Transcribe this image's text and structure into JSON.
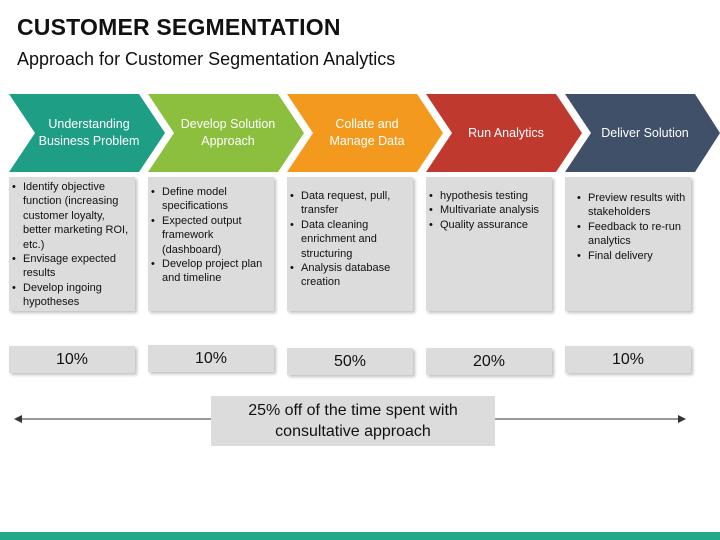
{
  "header": {
    "title": "CUSTOMER SEGMENTATION",
    "subtitle": "Approach for Customer Segmentation Analytics"
  },
  "steps": [
    {
      "label": "Understanding Business Problem",
      "color": "#1e9e85",
      "bullets": [
        "Identify objective function (increasing customer loyalty, better marketing ROI, etc.)",
        "Envisage expected results",
        "Develop ingoing hypotheses"
      ],
      "percent": "10%"
    },
    {
      "label": "Develop Solution Approach",
      "color": "#8dbf3f",
      "bullets": [
        "Define model specifications",
        "Expected output framework (dashboard)",
        "Develop project plan and timeline"
      ],
      "percent": "10%"
    },
    {
      "label": "Collate and Manage Data",
      "color": "#f39a1e",
      "bullets": [
        "Data request, pull, transfer",
        "Data cleaning enrichment and structuring",
        "Analysis database creation"
      ],
      "percent": "50%"
    },
    {
      "label": "Run Analytics",
      "color": "#c0392f",
      "bullets": [
        "hypothesis testing",
        "Multivariate analysis",
        "Quality assurance"
      ],
      "percent": "20%"
    },
    {
      "label": "Deliver Solution",
      "color": "#3f5068",
      "bullets": [
        "Preview results with stakeholders",
        "Feedback to re-run analytics",
        "Final delivery"
      ],
      "percent": "10%"
    }
  ],
  "note": "25% off of the time spent with consultative approach",
  "colors": {
    "card_bg": "#dcdcdc",
    "bottom_bar": "#22a78a"
  }
}
